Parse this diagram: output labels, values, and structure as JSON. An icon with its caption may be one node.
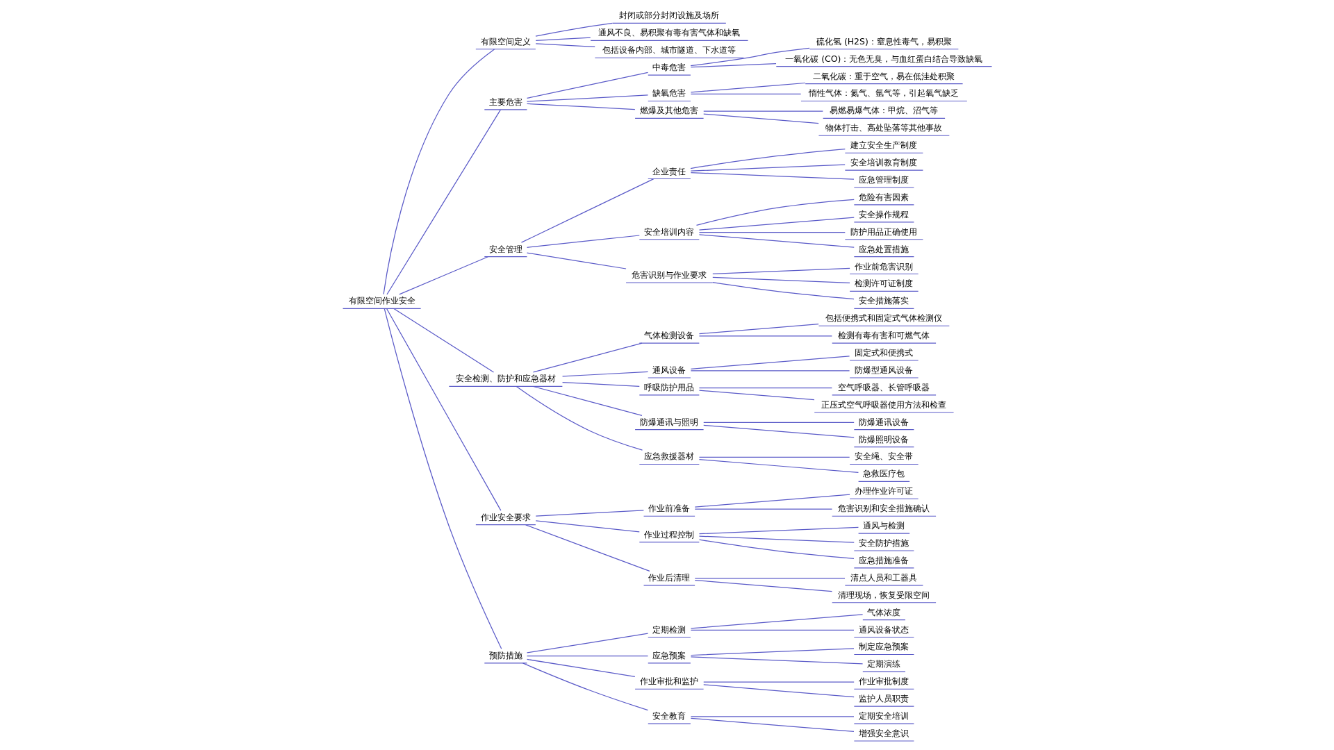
{
  "diagram": {
    "nodes": [
      {
        "text": [
          "有限空间作业安全"
        ]
      },
      {
        "text": [
          "有限空间定义"
        ]
      },
      {
        "text": [
          "封闭或部分封闭设施及场所"
        ]
      },
      {
        "text": [
          "通风不良、易积聚有毒有害气体和缺氧"
        ]
      },
      {
        "text": [
          "包括设备内部、城市隧道、下水道等"
        ]
      },
      {
        "text": [
          "主要危害"
        ]
      },
      {
        "text": [
          "中毒危害"
        ]
      },
      {
        "text": [
          "硫化氢 (H2S)：窒息性毒气，易积聚"
        ]
      },
      {
        "text": [
          "一氧化碳 (CO)：无色无臭，与血红蛋白结合导致缺氧"
        ]
      },
      {
        "text": [
          "缺氧危害"
        ]
      },
      {
        "text": [
          "二氧化碳：重于空气，易在低洼处积聚"
        ]
      },
      {
        "text": [
          "惰性气体：氮气、氩气等，引起氧气缺乏"
        ]
      },
      {
        "text": [
          "燃爆及其他危害"
        ]
      },
      {
        "text": [
          "易燃易爆气体：甲烷、沼气等"
        ]
      },
      {
        "text": [
          "物体打击、高处坠落等其他事故"
        ]
      },
      {
        "text": [
          "安全管理"
        ]
      },
      {
        "text": [
          "企业责任"
        ]
      },
      {
        "text": [
          "建立安全生产制度"
        ]
      },
      {
        "text": [
          "安全培训教育制度"
        ]
      },
      {
        "text": [
          "应急管理制度"
        ]
      },
      {
        "text": [
          "安全培训内容"
        ]
      },
      {
        "text": [
          "危险有害因素"
        ]
      },
      {
        "text": [
          "安全操作规程"
        ]
      },
      {
        "text": [
          "防护用品正确使用"
        ]
      },
      {
        "text": [
          "应急处置措施"
        ]
      },
      {
        "text": [
          "危害识别与作业要求"
        ]
      },
      {
        "text": [
          "作业前危害识别"
        ]
      },
      {
        "text": [
          "检测许可证制度"
        ]
      },
      {
        "text": [
          "安全措施落实"
        ]
      },
      {
        "text": [
          "安全检测、防护和应急器材"
        ]
      },
      {
        "text": [
          "气体检测设备"
        ]
      },
      {
        "text": [
          "包括便携式和固定式气体检测仪"
        ]
      },
      {
        "text": [
          "检测有毒有害和可燃气体"
        ]
      },
      {
        "text": [
          "通风设备"
        ]
      },
      {
        "text": [
          "固定式和便携式"
        ]
      },
      {
        "text": [
          "防爆型通风设备"
        ]
      },
      {
        "text": [
          "呼吸防护用品"
        ]
      },
      {
        "text": [
          "空气呼吸器、长管呼吸器"
        ]
      },
      {
        "text": [
          "正压式空气呼吸器使用方法和检查"
        ]
      },
      {
        "text": [
          "防爆通讯与照明"
        ]
      },
      {
        "text": [
          "防爆通讯设备"
        ]
      },
      {
        "text": [
          "防爆照明设备"
        ]
      },
      {
        "text": [
          "应急救援器材"
        ]
      },
      {
        "text": [
          "安全绳、安全带"
        ]
      },
      {
        "text": [
          "急救医疗包"
        ]
      },
      {
        "text": [
          "作业安全要求"
        ]
      },
      {
        "text": [
          "作业前准备"
        ]
      },
      {
        "text": [
          "办理作业许可证"
        ]
      },
      {
        "text": [
          "危害识别和安全措施确认"
        ]
      },
      {
        "text": [
          "作业过程控制"
        ]
      },
      {
        "text": [
          "通风与检测"
        ]
      },
      {
        "text": [
          "安全防护措施"
        ]
      },
      {
        "text": [
          "应急措施准备"
        ]
      },
      {
        "text": [
          "作业后清理"
        ]
      },
      {
        "text": [
          "清点人员和工器具"
        ]
      },
      {
        "text": [
          "清理现场，恢复受限空间"
        ]
      },
      {
        "text": [
          "预防措施"
        ]
      },
      {
        "text": [
          "定期检测"
        ]
      },
      {
        "text": [
          "气体浓度"
        ]
      },
      {
        "text": [
          "通风设备状态"
        ]
      },
      {
        "text": [
          "应急预案"
        ]
      },
      {
        "text": [
          "制定应急预案"
        ]
      },
      {
        "text": [
          "定期演练"
        ]
      },
      {
        "text": [
          "作业审批和监护"
        ]
      },
      {
        "text": [
          "作业审批制度"
        ]
      },
      {
        "text": [
          "监护人员职责"
        ]
      },
      {
        "text": [
          "安全教育"
        ]
      },
      {
        "text": [
          "定期安全培训"
        ]
      },
      {
        "text": [
          "增强安全意识"
        ]
      }
    ],
    "edges": [
      {
        "from": 0,
        "to": 1,
        "arrow": "none"
      },
      {
        "from": 1,
        "to": 2,
        "arrow": "none"
      },
      {
        "from": 1,
        "to": 3,
        "arrow": "none"
      },
      {
        "from": 1,
        "to": 4,
        "arrow": "none"
      },
      {
        "from": 0,
        "to": 5,
        "arrow": "none"
      },
      {
        "from": 5,
        "to": 6,
        "arrow": "none"
      },
      {
        "from": 6,
        "to": 7,
        "arrow": "none"
      },
      {
        "from": 6,
        "to": 8,
        "arrow": "none"
      },
      {
        "from": 5,
        "to": 9,
        "arrow": "none"
      },
      {
        "from": 9,
        "to": 10,
        "arrow": "none"
      },
      {
        "from": 9,
        "to": 11,
        "arrow": "none"
      },
      {
        "from": 5,
        "to": 12,
        "arrow": "none"
      },
      {
        "from": 12,
        "to": 13,
        "arrow": "none"
      },
      {
        "from": 12,
        "to": 14,
        "arrow": "none"
      },
      {
        "from": 0,
        "to": 15,
        "arrow": "none"
      },
      {
        "from": 15,
        "to": 16,
        "arrow": "none"
      },
      {
        "from": 16,
        "to": 17,
        "arrow": "none"
      },
      {
        "from": 16,
        "to": 18,
        "arrow": "none"
      },
      {
        "from": 16,
        "to": 19,
        "arrow": "none"
      },
      {
        "from": 15,
        "to": 20,
        "arrow": "none"
      },
      {
        "from": 20,
        "to": 21,
        "arrow": "none"
      },
      {
        "from": 20,
        "to": 22,
        "arrow": "none"
      },
      {
        "from": 20,
        "to": 23,
        "arrow": "none"
      },
      {
        "from": 20,
        "to": 24,
        "arrow": "none"
      },
      {
        "from": 15,
        "to": 25,
        "arrow": "none"
      },
      {
        "from": 25,
        "to": 26,
        "arrow": "none"
      },
      {
        "from": 25,
        "to": 27,
        "arrow": "none"
      },
      {
        "from": 25,
        "to": 28,
        "arrow": "none"
      },
      {
        "from": 0,
        "to": 29,
        "arrow": "none"
      },
      {
        "from": 29,
        "to": 30,
        "arrow": "none"
      },
      {
        "from": 30,
        "to": 31,
        "arrow": "none"
      },
      {
        "from": 30,
        "to": 32,
        "arrow": "none"
      },
      {
        "from": 29,
        "to": 33,
        "arrow": "none"
      },
      {
        "from": 33,
        "to": 34,
        "arrow": "none"
      },
      {
        "from": 33,
        "to": 35,
        "arrow": "none"
      },
      {
        "from": 29,
        "to": 36,
        "arrow": "none"
      },
      {
        "from": 36,
        "to": 37,
        "arrow": "none"
      },
      {
        "from": 36,
        "to": 38,
        "arrow": "none"
      },
      {
        "from": 29,
        "to": 39,
        "arrow": "none"
      },
      {
        "from": 39,
        "to": 40,
        "arrow": "none"
      },
      {
        "from": 39,
        "to": 41,
        "arrow": "none"
      },
      {
        "from": 29,
        "to": 42,
        "arrow": "none"
      },
      {
        "from": 42,
        "to": 43,
        "arrow": "none"
      },
      {
        "from": 42,
        "to": 44,
        "arrow": "none"
      },
      {
        "from": 0,
        "to": 45,
        "arrow": "none"
      },
      {
        "from": 45,
        "to": 46,
        "arrow": "none"
      },
      {
        "from": 46,
        "to": 47,
        "arrow": "none"
      },
      {
        "from": 46,
        "to": 48,
        "arrow": "none"
      },
      {
        "from": 45,
        "to": 49,
        "arrow": "none"
      },
      {
        "from": 49,
        "to": 50,
        "arrow": "none"
      },
      {
        "from": 49,
        "to": 51,
        "arrow": "none"
      },
      {
        "from": 49,
        "to": 52,
        "arrow": "none"
      },
      {
        "from": 45,
        "to": 53,
        "arrow": "none"
      },
      {
        "from": 53,
        "to": 54,
        "arrow": "none"
      },
      {
        "from": 53,
        "to": 55,
        "arrow": "none"
      },
      {
        "from": 0,
        "to": 56,
        "arrow": "none"
      },
      {
        "from": 56,
        "to": 57,
        "arrow": "none"
      },
      {
        "from": 57,
        "to": 58,
        "arrow": "none"
      },
      {
        "from": 57,
        "to": 59,
        "arrow": "none"
      },
      {
        "from": 56,
        "to": 60,
        "arrow": "none"
      },
      {
        "from": 60,
        "to": 61,
        "arrow": "none"
      },
      {
        "from": 60,
        "to": 62,
        "arrow": "none"
      },
      {
        "from": 56,
        "to": 63,
        "arrow": "none"
      },
      {
        "from": 63,
        "to": 64,
        "arrow": "none"
      },
      {
        "from": 63,
        "to": 65,
        "arrow": "none"
      },
      {
        "from": 56,
        "to": 66,
        "arrow": "none"
      },
      {
        "from": 66,
        "to": 67,
        "arrow": "none"
      },
      {
        "from": 66,
        "to": 68,
        "arrow": "none"
      }
    ]
  }
}
